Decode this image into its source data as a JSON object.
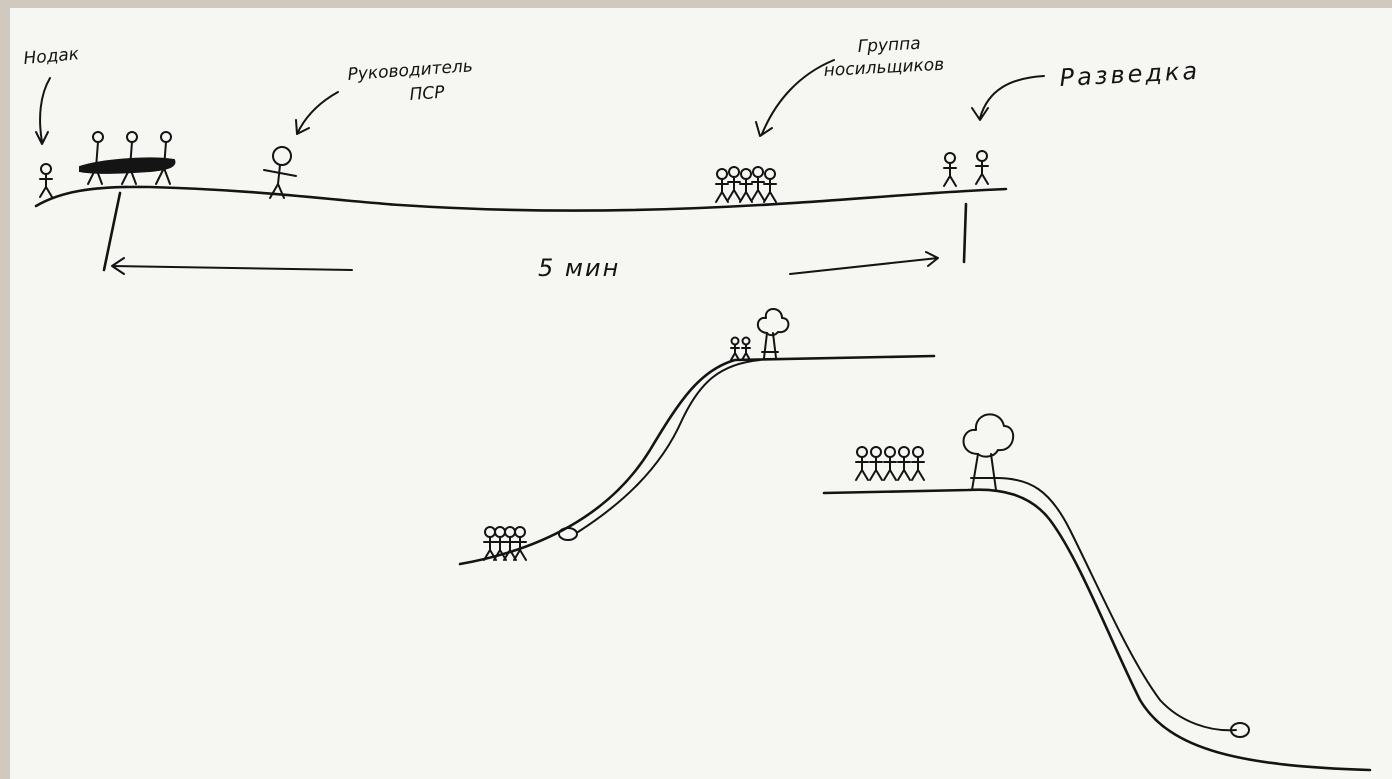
{
  "labels": {
    "tail": "Нодак",
    "leader_line1": "Руководитель",
    "leader_line2": "ПСР",
    "porters_line1": "Группа",
    "porters_line2": "носильщиков",
    "scouts": "Разведка",
    "distance": "5 мин"
  },
  "colors": {
    "paper": "#f6f6f3",
    "ink": "#141414",
    "background": "#cfc9c0"
  }
}
